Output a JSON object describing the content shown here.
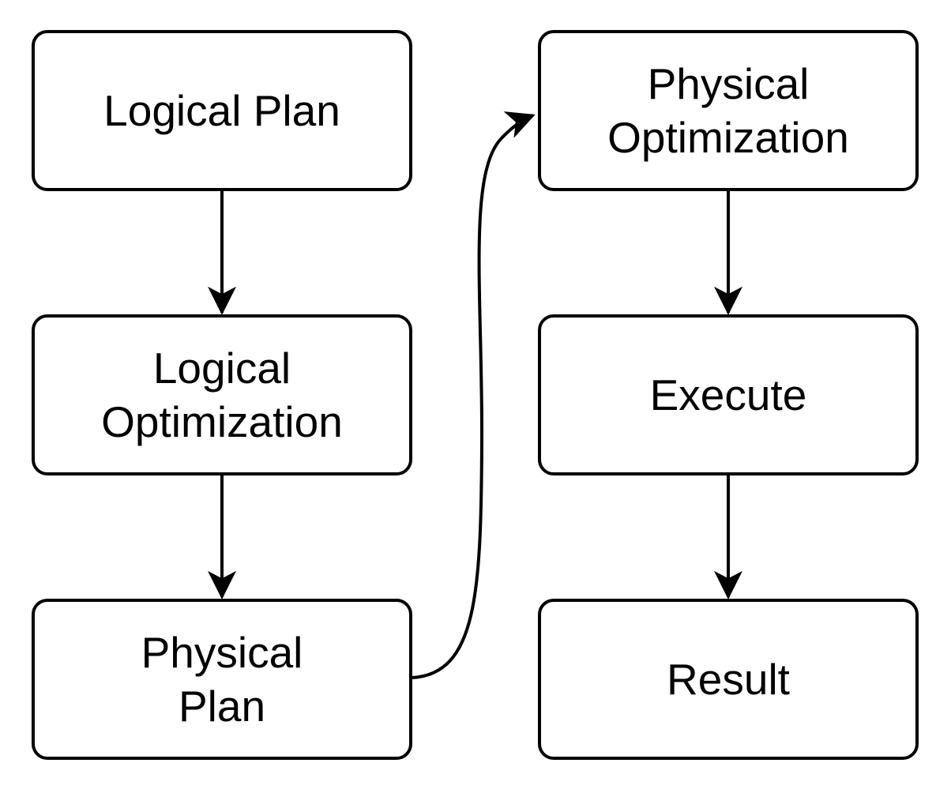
{
  "diagram": {
    "background_color": "#ffffff",
    "stroke_color": "#000000",
    "text_color": "#000000",
    "nodes": [
      {
        "id": "logical-plan",
        "label": "Logical Plan",
        "lines": [
          "Logical Plan"
        ]
      },
      {
        "id": "logical-optimization",
        "label": "Logical Optimization",
        "lines": [
          "Logical",
          "Optimization"
        ]
      },
      {
        "id": "physical-plan",
        "label": "Physical Plan",
        "lines": [
          "Physical",
          "Plan"
        ]
      },
      {
        "id": "physical-optimization",
        "label": "Physical Optimization",
        "lines": [
          "Physical",
          "Optimization"
        ]
      },
      {
        "id": "execute",
        "label": "Execute",
        "lines": [
          "Execute"
        ]
      },
      {
        "id": "result",
        "label": "Result",
        "lines": [
          "Result"
        ]
      }
    ],
    "edges": [
      {
        "from": "logical-plan",
        "to": "logical-optimization",
        "style": "straight-down"
      },
      {
        "from": "logical-optimization",
        "to": "physical-plan",
        "style": "straight-down"
      },
      {
        "from": "physical-plan",
        "to": "physical-optimization",
        "style": "curved-up-right"
      },
      {
        "from": "physical-optimization",
        "to": "execute",
        "style": "straight-down"
      },
      {
        "from": "execute",
        "to": "result",
        "style": "straight-down"
      }
    ]
  }
}
